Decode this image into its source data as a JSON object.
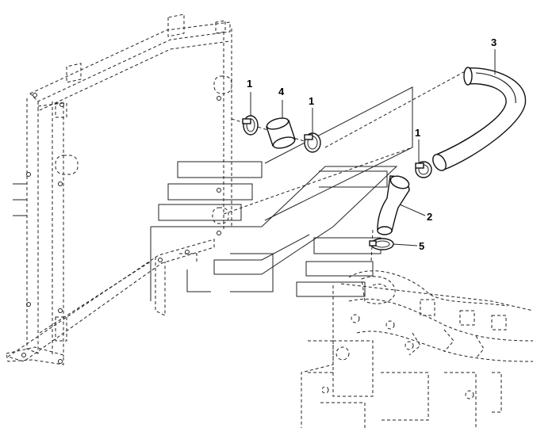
{
  "callouts": [
    {
      "id": "clamp-1a",
      "label": "1"
    },
    {
      "id": "sleeve-4",
      "label": "4"
    },
    {
      "id": "clamp-1b",
      "label": "1"
    },
    {
      "id": "upper-hose-3",
      "label": "3"
    },
    {
      "id": "clamp-1c",
      "label": "1"
    },
    {
      "id": "lower-hose-2",
      "label": "2"
    },
    {
      "id": "clamp-5",
      "label": "5"
    }
  ]
}
